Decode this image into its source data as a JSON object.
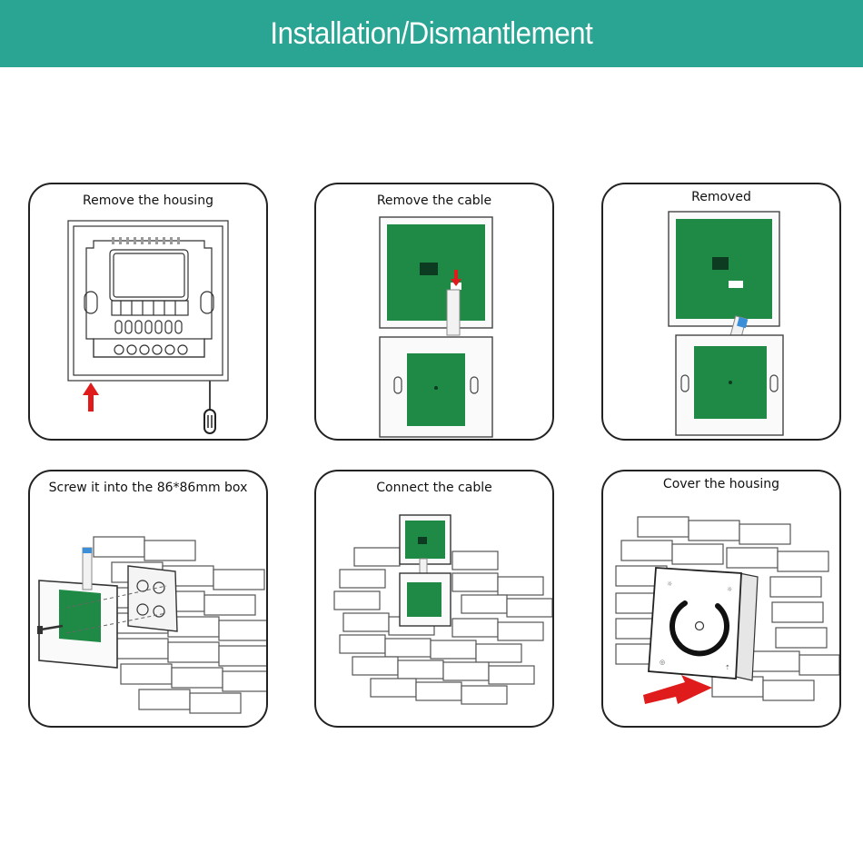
{
  "header": {
    "title": "Installation/Dismantlement"
  },
  "colors": {
    "banner": "#2aa594",
    "pcb_green": "#1f8a45",
    "arrow_red": "#e01b1b",
    "cable_blue": "#3a8fd8"
  },
  "steps": [
    {
      "title": "Remove the housing",
      "icons": [
        "wall-switch-back-housing",
        "up-arrow-icon",
        "screwdriver-icon"
      ]
    },
    {
      "title": "Remove the cable",
      "icons": [
        "front-panel-pcb",
        "ribbon-cable",
        "down-arrow-icon",
        "base-plate-pcb"
      ]
    },
    {
      "title": "Removed",
      "icons": [
        "front-panel-pcb",
        "ribbon-cable",
        "base-plate-pcb"
      ]
    },
    {
      "title": "Screw it into the 86*86mm box",
      "icons": [
        "brick-wall",
        "base-plate-pcb",
        "screw-icon",
        "junction-box"
      ]
    },
    {
      "title": "Connect the cable",
      "icons": [
        "brick-wall",
        "front-panel-pcb",
        "ribbon-cable",
        "base-plate-pcb"
      ]
    },
    {
      "title": "Cover the housing",
      "icons": [
        "brick-wall",
        "touch-dimmer-panel",
        "right-arrow-icon"
      ]
    }
  ]
}
